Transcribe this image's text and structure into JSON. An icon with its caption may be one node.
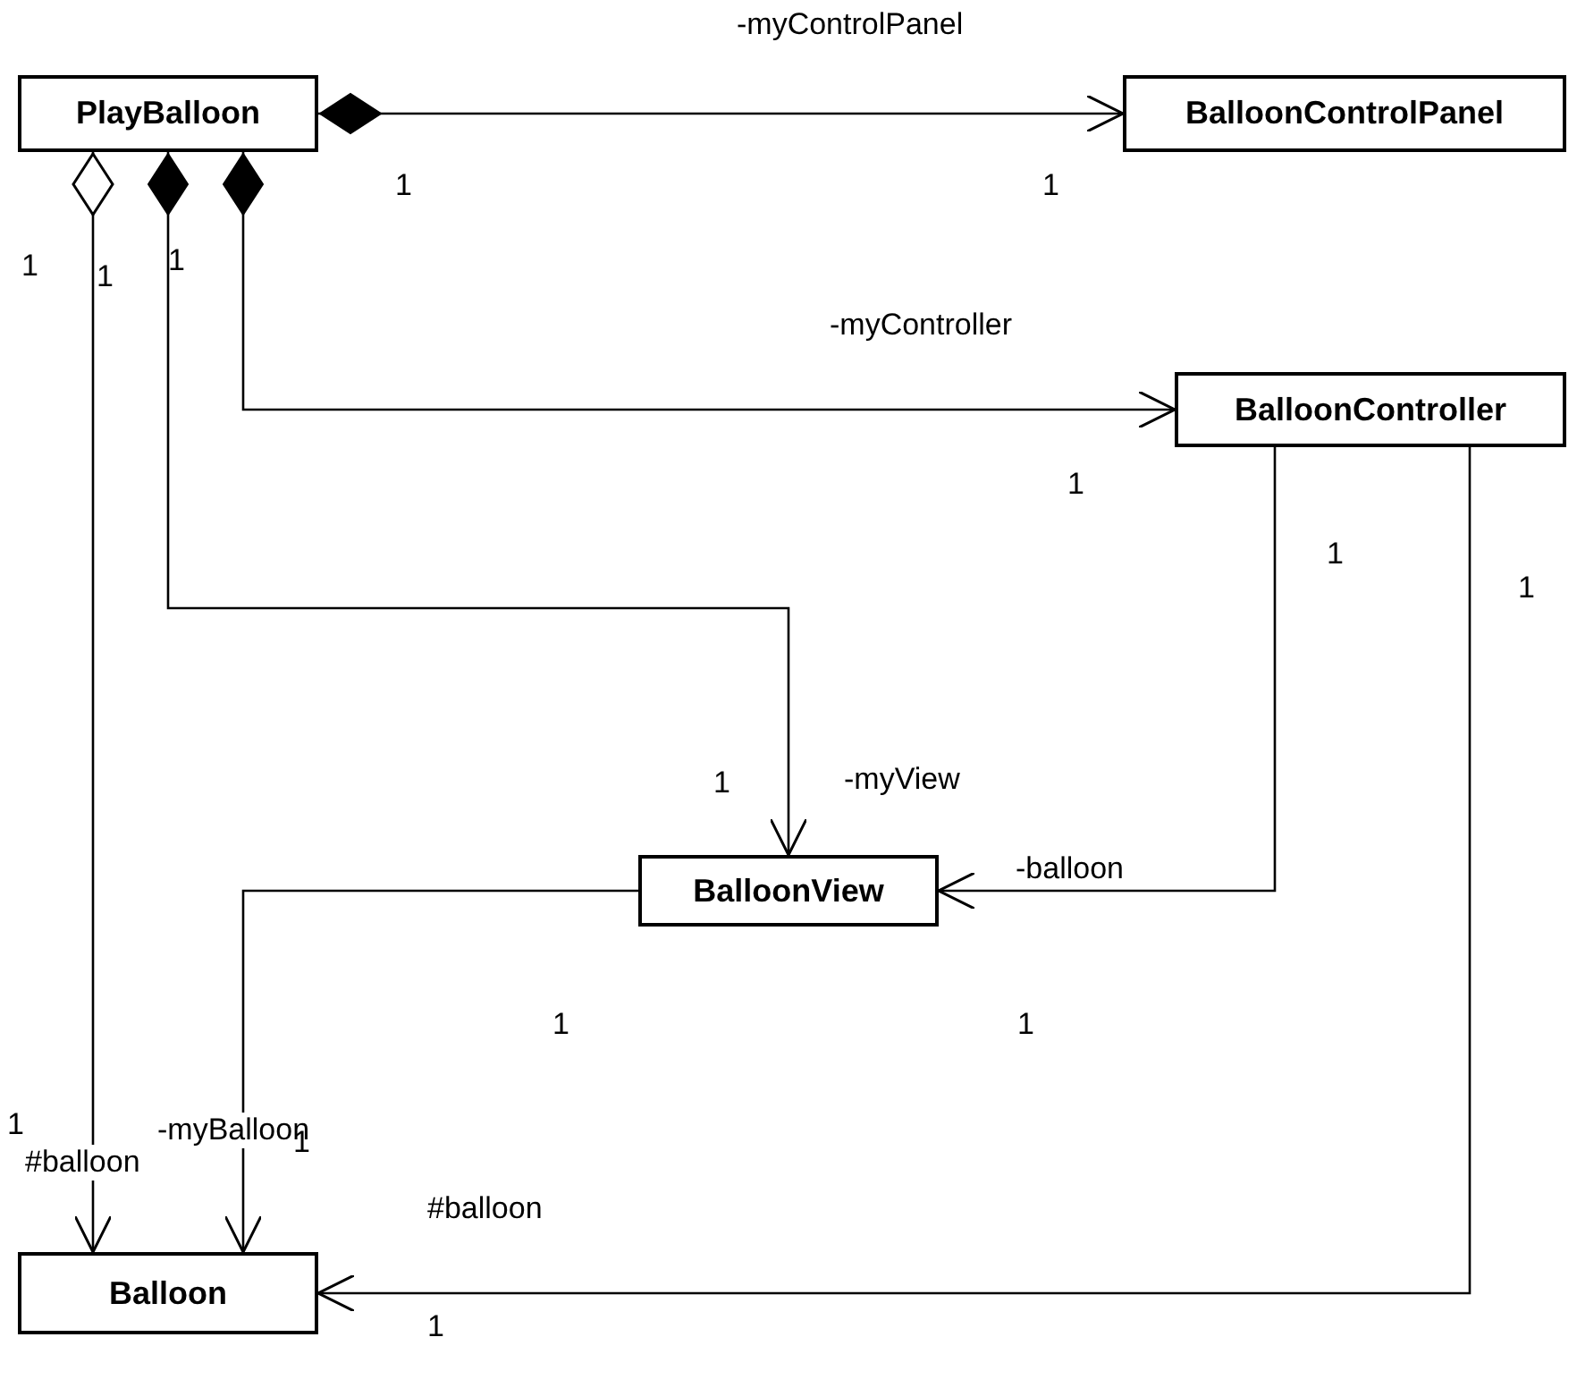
{
  "diagram": {
    "nodes": [
      {
        "text": [
          "PlayBalloon"
        ]
      },
      {
        "text": [
          "BalloonControlPanel"
        ]
      },
      {
        "text": [
          "BalloonController"
        ]
      },
      {
        "text": [
          "BalloonView"
        ]
      },
      {
        "text": [
          "Balloon"
        ]
      }
    ],
    "edges": [
      {
        "from": 0,
        "to": 1,
        "arrow": "to",
        "label": "-myControlPanel"
      },
      {
        "from": 0,
        "to": 2,
        "arrow": "to",
        "label": "-myController"
      },
      {
        "from": 0,
        "to": 3,
        "arrow": "to",
        "label": "-myView"
      },
      {
        "from": 0,
        "to": 4,
        "arrow": "to",
        "label": "#balloon"
      },
      {
        "from": 3,
        "to": 4,
        "arrow": "to",
        "label": "-myBalloon"
      },
      {
        "from": 2,
        "to": 3,
        "arrow": "to",
        "label": "-balloon"
      },
      {
        "from": 2,
        "to": 4,
        "arrow": "to",
        "label": "#balloon"
      }
    ],
    "labels": [
      "1",
      "1",
      "1",
      "1",
      "1",
      "1",
      "1",
      "1",
      "1",
      "1",
      "1",
      "1",
      "1",
      "1"
    ]
  }
}
